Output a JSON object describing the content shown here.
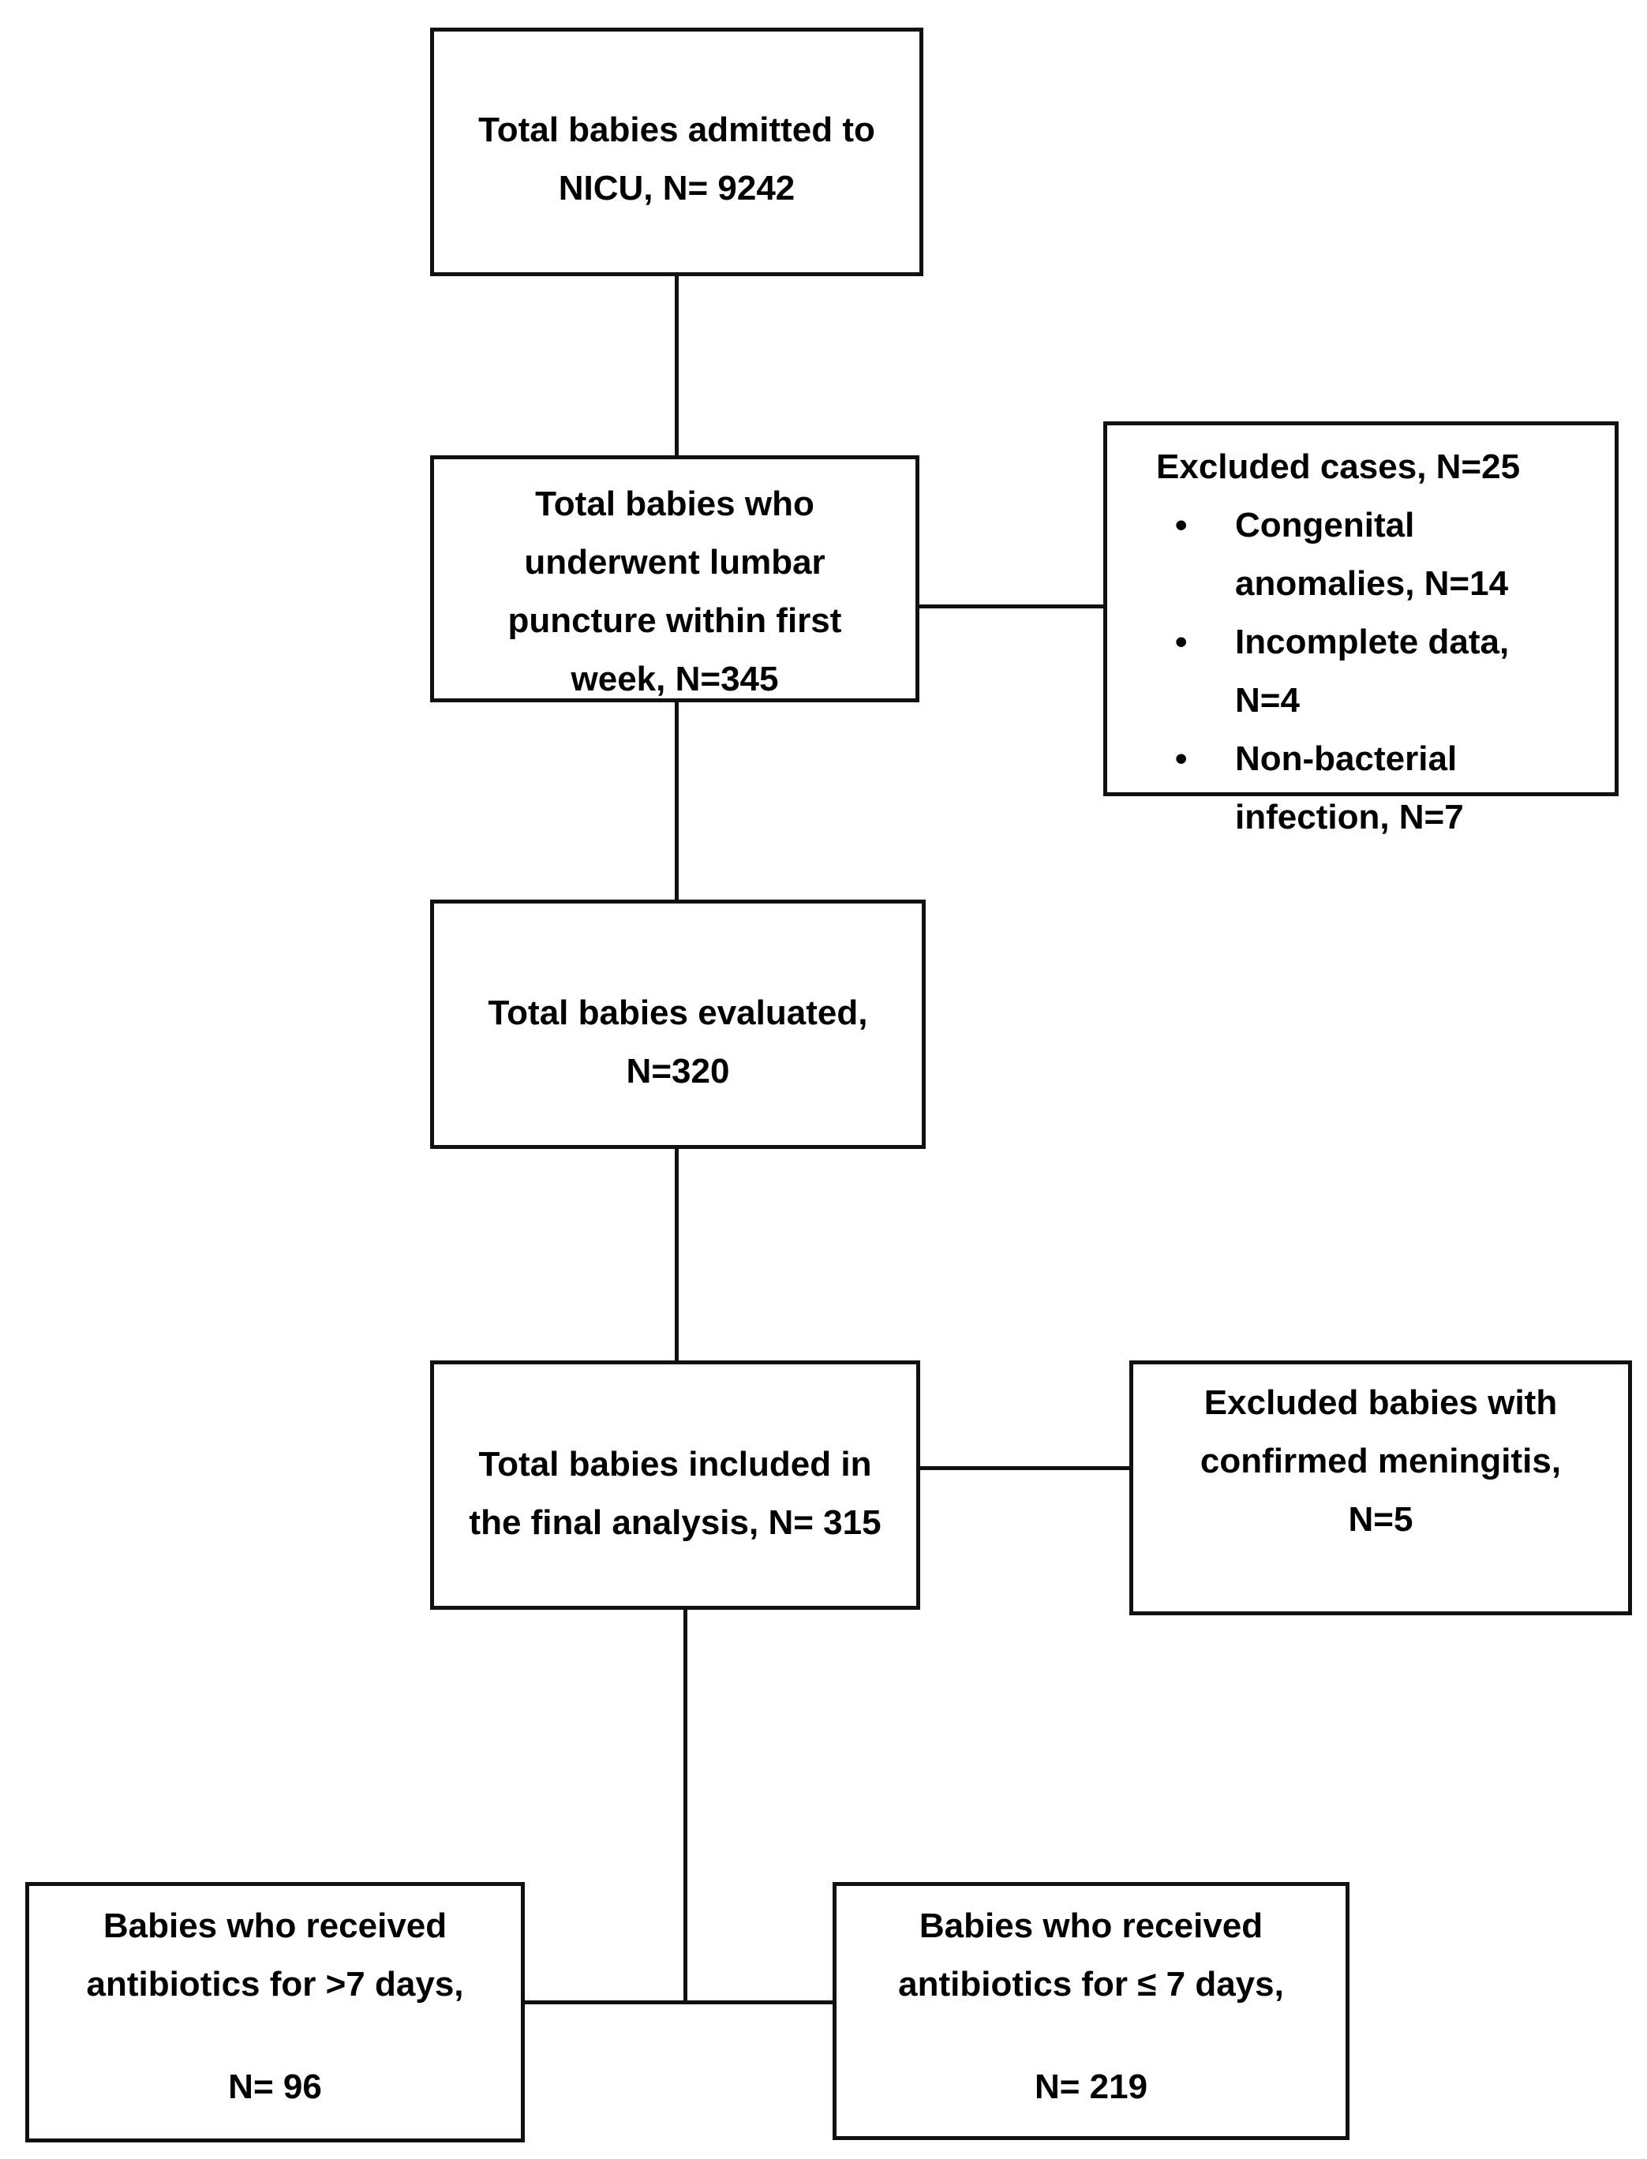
{
  "flowchart": {
    "bullet_glyph": "•",
    "admitted": {
      "lines": [
        "Total babies admitted to",
        "NICU, N= 9242"
      ]
    },
    "lumbar_puncture": {
      "lines": [
        "Total babies who",
        "underwent lumbar",
        "puncture within first",
        "week, N=345"
      ]
    },
    "excluded_cases": {
      "title": "Excluded cases, N=25",
      "bullets": [
        {
          "lines": [
            "Congenital",
            "anomalies, N=14"
          ]
        },
        {
          "lines": [
            "Incomplete data,",
            "N=4"
          ]
        },
        {
          "lines": [
            "Non-bacterial",
            "infection, N=7"
          ]
        }
      ]
    },
    "evaluated": {
      "lines": [
        "Total babies evaluated,",
        "N=320"
      ]
    },
    "final_analysis": {
      "lines": [
        "Total babies included in",
        "the final analysis, N= 315"
      ]
    },
    "excluded_meningitis": {
      "lines": [
        "Excluded babies with",
        "confirmed meningitis,",
        "N=5"
      ]
    },
    "antibiotics_gt7": {
      "lines": [
        "Babies who received",
        "antibiotics for >7 days,"
      ],
      "n_value": "N= 96"
    },
    "antibiotics_le7": {
      "lines": [
        "Babies who received",
        "antibiotics for ≤ 7 days,"
      ],
      "n_value": "N= 219"
    }
  }
}
